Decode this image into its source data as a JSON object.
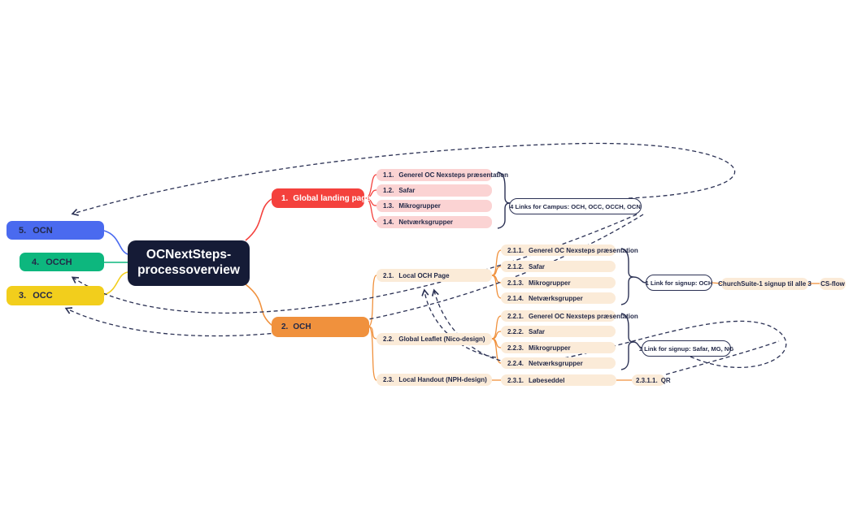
{
  "root": {
    "line1": "OCNextSteps-",
    "line2": "processoverview"
  },
  "left_nodes": [
    {
      "prefix": "5.",
      "label": "OCN"
    },
    {
      "prefix": "4.",
      "label": "OCCH"
    },
    {
      "prefix": "3.",
      "label": "OCC"
    }
  ],
  "branch_global": {
    "node": {
      "prefix": "1.",
      "label": "Global landing page"
    },
    "children": [
      {
        "prefix": "1.1.",
        "label": "Generel OC Nexsteps præsentation"
      },
      {
        "prefix": "1.2.",
        "label": "Safar"
      },
      {
        "prefix": "1.3.",
        "label": "Mikrogrupper"
      },
      {
        "prefix": "1.4.",
        "label": "Netværksgrupper"
      }
    ],
    "note": "4 Links for Campus: OCH, OCC, OCCH, OCN"
  },
  "branch_och": {
    "node": {
      "prefix": "2.",
      "label": "OCH"
    },
    "local_page": {
      "prefix": "2.1.",
      "label": "Local OCH Page",
      "children": [
        {
          "prefix": "2.1.1.",
          "label": "Generel OC Nexsteps præsentation"
        },
        {
          "prefix": "2.1.2.",
          "label": "Safar"
        },
        {
          "prefix": "2.1.3.",
          "label": "Mikrogrupper"
        },
        {
          "prefix": "2.1.4.",
          "label": "Netværksgrupper"
        }
      ],
      "note": "1 Link for signup: OCH",
      "churchsuite": "ChurchSuite-1 signup til alle 3",
      "cs_flow": "CS-flow"
    },
    "leaflet": {
      "prefix": "2.2.",
      "label": "Global Leaflet (Nico-design)",
      "children": [
        {
          "prefix": "2.2.1.",
          "label": "Generel OC Nexsteps præsentation"
        },
        {
          "prefix": "2.2.2.",
          "label": "Safar"
        },
        {
          "prefix": "2.2.3.",
          "label": "Mikrogrupper"
        },
        {
          "prefix": "2.2.4.",
          "label": "Netværksgrupper"
        }
      ],
      "note": "1 Link for signup: Safar, MG, NG"
    },
    "handout": {
      "prefix": "2.3.",
      "label": "Local Handout (NPH-design)",
      "child": {
        "prefix": "2.3.1.",
        "label": "Løbeseddel",
        "child": {
          "prefix": "2.3.1.1.",
          "label": "QR"
        }
      }
    }
  },
  "colors": {
    "center_bg": "#151B36",
    "blue": "#4A6AEF",
    "green": "#0DB77E",
    "yellow": "#F2CE1C",
    "red": "#F4413D",
    "orange": "#F0913D",
    "pink_chip": "#FBD3D3",
    "cream_chip": "#FBEBD8",
    "wire_navy": "#2B3154"
  }
}
